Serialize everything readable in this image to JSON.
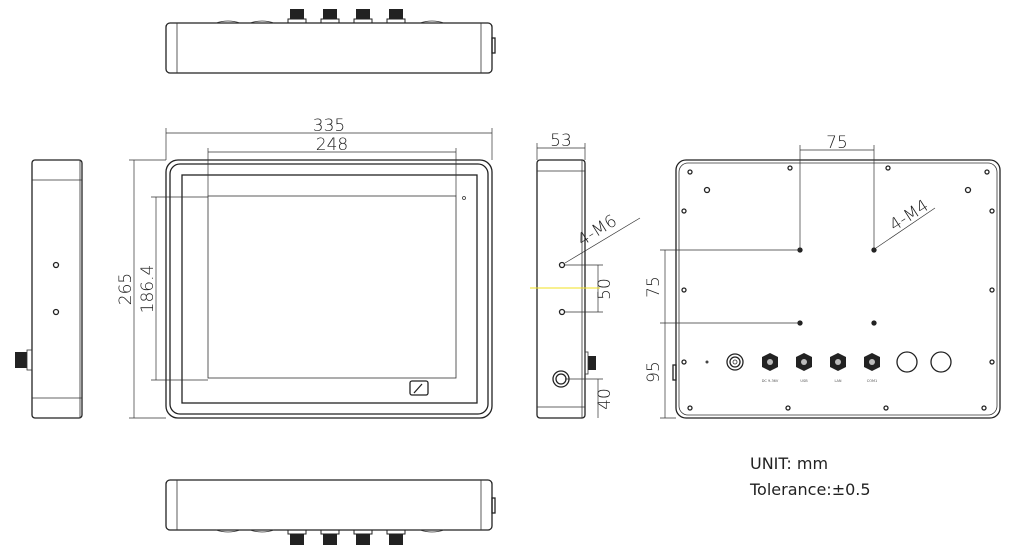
{
  "dimensions": {
    "front_width": "335",
    "screen_width": "248",
    "front_height": "265",
    "screen_height": "186.4",
    "depth": "53",
    "side_hole_label": "4-M6",
    "side_hole_spacing": "50",
    "side_connector_offset": "40",
    "rear_hole_h_spacing": "75",
    "rear_hole_label": "4-M4",
    "rear_hole_v_spacing": "75",
    "rear_bottom_offset": "95"
  },
  "rear_ports": [
    "DC 9-36V",
    "USB",
    "LAN",
    "COM1"
  ],
  "notes": {
    "unit": "UNIT: mm",
    "tolerance": "Tolerance:±0.5"
  },
  "colors": {
    "line": "#222222",
    "highlight": "#f0e020"
  }
}
